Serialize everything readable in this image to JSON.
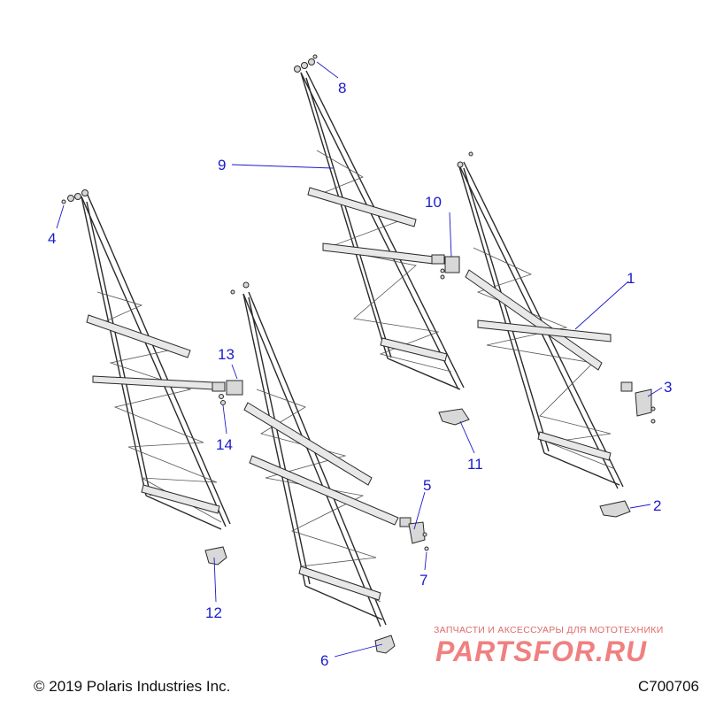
{
  "callouts": {
    "c1": "1",
    "c2": "2",
    "c3": "3",
    "c4": "4",
    "c5": "5",
    "c6": "6",
    "c7": "7",
    "c8": "8",
    "c9": "9",
    "c10": "10",
    "c11": "11",
    "c12": "12",
    "c13": "13",
    "c14": "14"
  },
  "footer": {
    "copyright": "© 2019 Polaris Industries Inc.",
    "drawing_code": "C700706"
  },
  "watermark": {
    "subtitle": "ЗАПЧАСТИ И АКСЕССУАРЫ ДЛЯ МОТОТЕХНИКИ",
    "logo": "PARTSFOR.RU"
  },
  "colors": {
    "callout": "#1a1acc",
    "frame": "#2a2a2a",
    "watermark": "#f08080"
  }
}
